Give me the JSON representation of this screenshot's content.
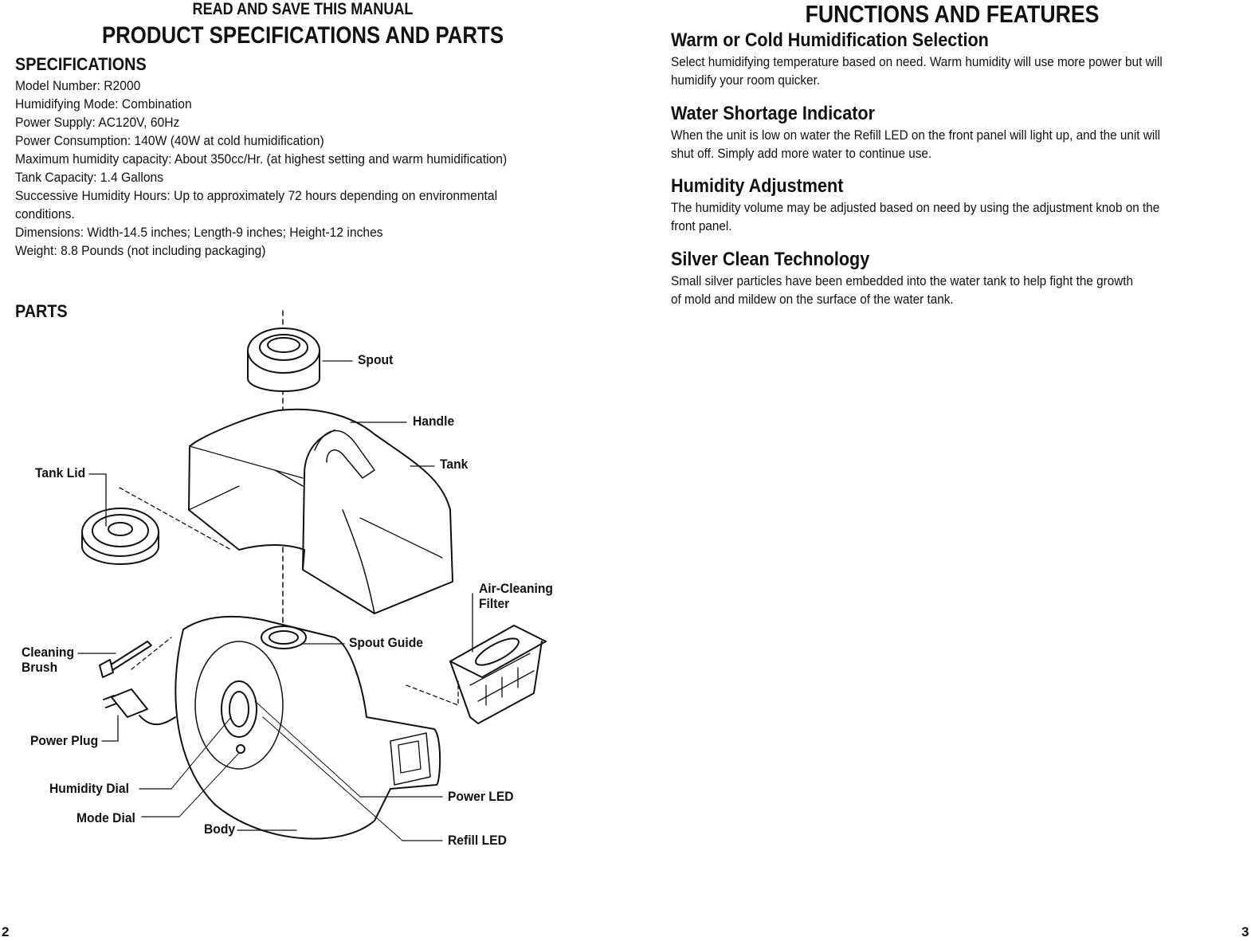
{
  "left_page": {
    "header_small": "READ AND SAVE THIS MANUAL",
    "header_big": "PRODUCT SPECIFICATIONS AND PARTS",
    "specs_heading": "SPECIFICATIONS",
    "specs": [
      "Model Number: R2000",
      "Humidifying Mode: Combination",
      "Power Supply: AC120V, 60Hz",
      "Power Consumption: 140W (40W at cold humidification)",
      "Maximum humidity capacity: About 350cc/Hr. (at highest setting and warm humidification)",
      "Tank Capacity: 1.4 Gallons",
      "Successive Humidity Hours: Up to approximately 72 hours depending on environmental",
      "conditions.",
      "Dimensions: Width-14.5 inches; Length-9 inches; Height-12 inches",
      "Weight: 8.8 Pounds (not including packaging)"
    ],
    "parts_heading": "PARTS",
    "part_labels": {
      "spout": "Spout",
      "handle": "Handle",
      "tank": "Tank",
      "tank_lid": "Tank Lid",
      "air_cleaning_filter_1": "Air-Cleaning",
      "air_cleaning_filter_2": "Filter",
      "cleaning_brush_1": "Cleaning",
      "cleaning_brush_2": "Brush",
      "spout_guide": "Spout Guide",
      "power_plug": "Power Plug",
      "humidity_dial": "Humidity Dial",
      "mode_dial": "Mode Dial",
      "body": "Body",
      "power_led": "Power LED",
      "refill_led": "Refill LED"
    },
    "page_number": "2"
  },
  "right_page": {
    "title": "FUNCTIONS AND FEATURES",
    "features": [
      {
        "heading": "Warm or Cold Humidification Selection",
        "lines": [
          "Select humidifying temperature based on need. Warm humidity will use more power but will",
          "humidify your room quicker."
        ]
      },
      {
        "heading": "Water Shortage Indicator",
        "lines": [
          "When the unit is low on water the Refill LED on the front panel will light up, and the unit will",
          "shut off. Simply add more water to continue use."
        ]
      },
      {
        "heading": "Humidity Adjustment",
        "lines": [
          "The humidity volume may be adjusted based on need by using the adjustment knob on the",
          "front panel."
        ]
      },
      {
        "heading": "Silver Clean Technology",
        "lines": [
          "Small silver particles have been embedded into the water tank to help fight the growth",
          "of mold and mildew on the surface of the water tank."
        ]
      }
    ],
    "page_number": "3"
  }
}
